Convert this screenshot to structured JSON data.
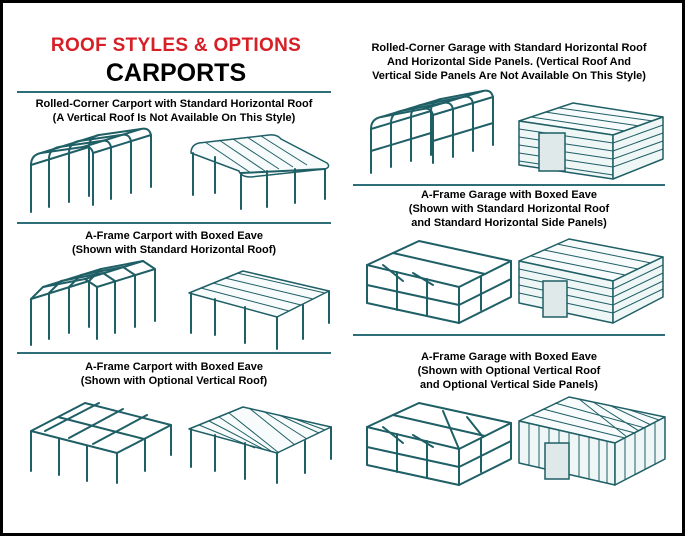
{
  "header": {
    "title_line1": "ROOF STYLES & OPTIONS",
    "title_line2": "CARPORTS"
  },
  "sections": {
    "left": [
      {
        "line1": "Rolled-Corner Carport with Standard Horizontal Roof",
        "line2": "(A Vertical Roof Is Not Available On This Style)"
      },
      {
        "line1": "A-Frame Carport with Boxed Eave",
        "line2": "(Shown with Standard Horizontal Roof)"
      },
      {
        "line1": "A-Frame Carport with Boxed Eave",
        "line2": "(Shown with Optional Vertical Roof)"
      }
    ],
    "right": [
      {
        "line1": "Rolled-Corner Garage with Standard Horizontal Roof",
        "line2": "And Horizontal Side Panels. (Vertical Roof And",
        "line3": "Vertical Side Panels Are Not Available On This Style)"
      },
      {
        "line1": "A-Frame Garage with Boxed Eave",
        "line2": "(Shown with Standard Horizontal Roof",
        "line3": "and Standard Horizontal Side Panels)"
      },
      {
        "line1": "A-Frame Garage with Boxed Eave",
        "line2": "(Shown with Optional Vertical Roof",
        "line3": "and Optional Vertical Side Panels)"
      }
    ]
  },
  "colors": {
    "title_red": "#d61f26",
    "line_teal": "#1f5f66",
    "rule_teal": "#2d6e78"
  }
}
